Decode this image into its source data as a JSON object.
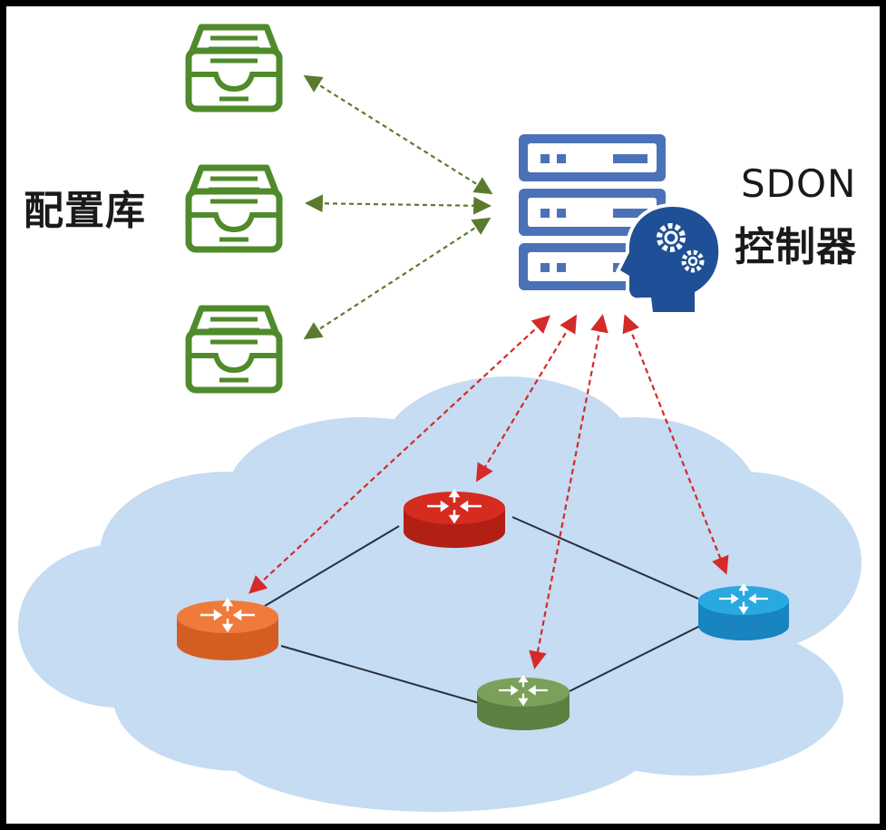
{
  "labels": {
    "config_db": "配置库",
    "controller_line1": "SDON",
    "controller_line2": "控制器"
  },
  "colors": {
    "database": "#4f8a2b",
    "server": "#4b72b8",
    "brain": "#1f4f96",
    "cloud": "#c5dcf2",
    "control_link": "#d42a2a",
    "config_link": "#5c7a2e",
    "network_link": "#2a2f3a",
    "router_red": "#d62b1f",
    "router_orange": "#f07a3a",
    "router_green": "#7aa05a",
    "router_blue": "#2aa8e0"
  },
  "icons": {
    "database": "inbox-tray-icon",
    "controller": "server-rack-icon",
    "ai": "gear-head-icon",
    "router": "router-icon"
  }
}
